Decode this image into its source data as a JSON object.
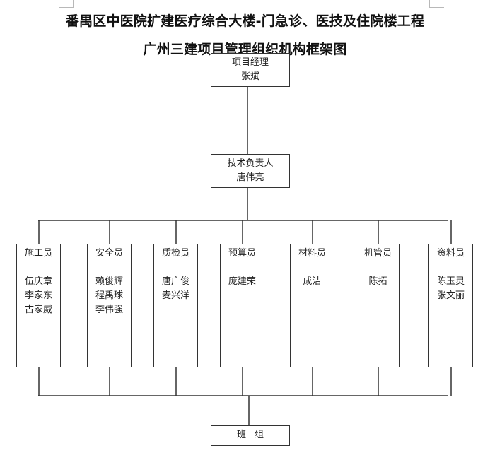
{
  "title_line1": "番禺区中医院扩建医疗综合大楼-门急诊、医技及住院楼工程",
  "title_line2": "广州三建项目管理组织机构框架图",
  "project_manager": {
    "role": "项目经理",
    "name": "张斌"
  },
  "technical_lead": {
    "role": "技术负责人",
    "name": "唐伟亮"
  },
  "roles": [
    {
      "role": "施工员",
      "names": [
        "伍庆章",
        "李家东",
        "古家威"
      ]
    },
    {
      "role": "安全员",
      "names": [
        "赖俊辉",
        "程禹球",
        "李伟强"
      ]
    },
    {
      "role": "质检员",
      "names": [
        "唐广俊",
        "麦兴洋"
      ]
    },
    {
      "role": "预算员",
      "names": [
        "庞建荣"
      ]
    },
    {
      "role": "材料员",
      "names": [
        "成洁"
      ]
    },
    {
      "role": "机管员",
      "names": [
        "陈拓"
      ]
    },
    {
      "role": "资料员",
      "names": [
        "陈玉灵",
        "张文丽"
      ]
    }
  ],
  "team": {
    "label": "班组"
  },
  "colors": {
    "line": "#333333",
    "text": "#222222",
    "background": "#ffffff"
  }
}
